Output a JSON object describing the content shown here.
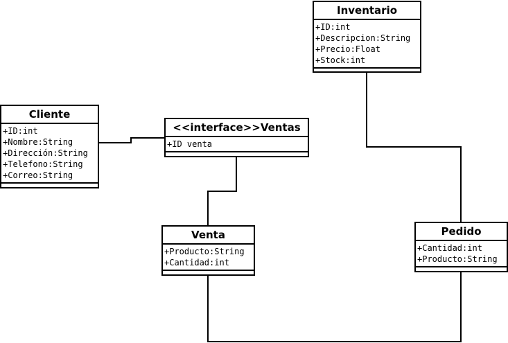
{
  "classes": {
    "inventario": {
      "name": "Inventario",
      "attributes": [
        "+ID:int",
        "+Descripcion:String",
        "+Precio:Float",
        "+Stock:int"
      ]
    },
    "cliente": {
      "name": "Cliente",
      "attributes": [
        "+ID:int",
        "+Nombre:String",
        "+Dirección:String",
        "+Telefono:String",
        "+Correo:String"
      ]
    },
    "ventas": {
      "name": "<<interface>>Ventas",
      "attributes": [
        "+ID venta"
      ]
    },
    "venta": {
      "name": "Venta",
      "attributes": [
        "+Producto:String",
        "+Cantidad:int"
      ]
    },
    "pedido": {
      "name": "Pedido",
      "attributes": [
        "+Cantidad:int",
        "+Producto:String"
      ]
    }
  },
  "line_color": "#000000"
}
